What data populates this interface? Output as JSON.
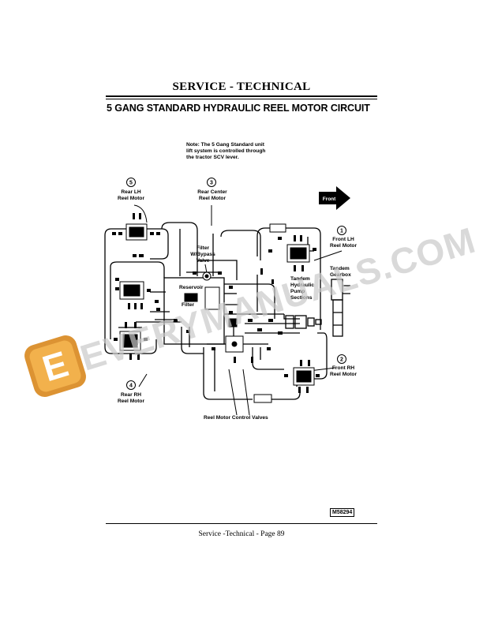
{
  "header": {
    "title": "SERVICE - TECHNICAL"
  },
  "section_title": "5 GANG STANDARD HYDRAULIC REEL MOTOR CIRCUIT",
  "diagram": {
    "note": "Note: The 5 Gang Standard unit\n          lift system is controlled through\n          the tractor SCV lever.",
    "front_label": "Front",
    "callouts": [
      {
        "number": "5",
        "label": "Rear LH\nReel Motor"
      },
      {
        "number": "3",
        "label": "Rear Center\nReel Motor"
      },
      {
        "number": "1",
        "label": "Front LH\nReel Motor"
      },
      {
        "number": "2",
        "label": "Front RH\nReel Motor"
      },
      {
        "number": "4",
        "label": "Rear RH\nReel Motor"
      }
    ],
    "labels": {
      "filter_bypass": "Filter\nW/Bypass\nValve",
      "reservoir": "Reservoir",
      "filter": "Filter",
      "tandem_gearbox": "Tandem\nGearbox",
      "tandem_pump": "Tandem\nHydraulic\nPump\nSections",
      "control_valves": "Reel Motor Control Valves"
    },
    "reference": "M58294"
  },
  "watermark": {
    "text": "EVERYMANUALS.COM",
    "logo_letter": "E"
  },
  "footer": {
    "text": "Service -Technical - Page 89"
  },
  "colors": {
    "watermark_text": "#c9c9c9",
    "logo_orange": "#e8a036",
    "ink": "#000000"
  }
}
